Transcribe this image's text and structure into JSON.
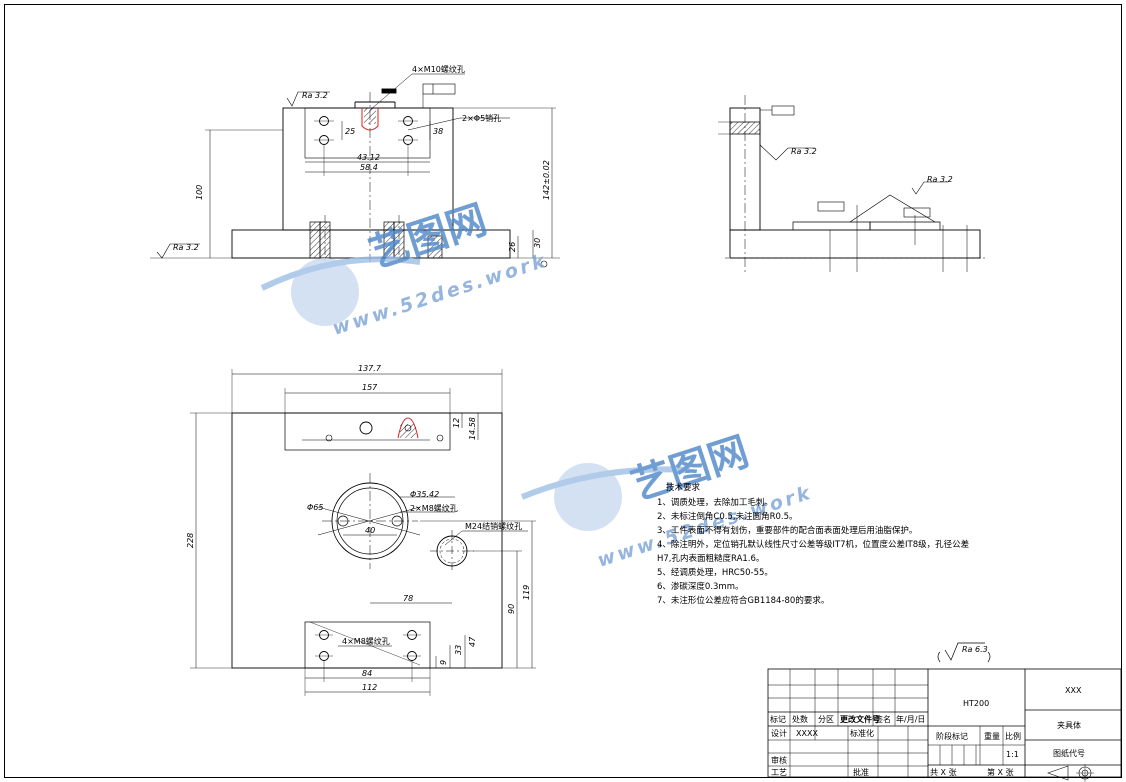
{
  "drawing": {
    "front_view": {
      "rough_top": "Ra 3.2",
      "rough_base": "Ra 3.2",
      "callout_thread": "4×M10螺纹孔",
      "callout_pin": "2×Φ5销孔",
      "dim_4312": "43.12",
      "dim_584": "58.4",
      "dim_25": "25",
      "dim_38": "38",
      "dim_100": "100",
      "dim_142": "142±0.02",
      "dim_26": "26",
      "dim_30": "30"
    },
    "side_view": {
      "rough_top": "Ra 3.2",
      "rough_mid": "Ra 3.2"
    },
    "plan_view": {
      "dim_1377": "137.7",
      "dim_157": "157",
      "dim_12": "12",
      "dim_1458": "14.58",
      "dim_228": "228",
      "dim_phi65": "Φ65",
      "dim_3542": "Φ35.42",
      "callout_m8_upper": "2×M8螺纹孔",
      "callout_m24": "M24结销螺纹孔",
      "dim_40": "40",
      "dim_78": "78",
      "dim_90": "90",
      "dim_119": "119",
      "callout_m8_lower": "4×M8螺纹孔",
      "dim_47": "47",
      "dim_33": "33",
      "dim_9": "9",
      "dim_84": "84",
      "dim_112": "112"
    },
    "general_roughness": "Ra 6.3"
  },
  "notes": {
    "title": "技术要求",
    "items": [
      "1、调质处理，去除加工毛刺。",
      "2、未标注倒角C0.5,未注圆角R0.5。",
      "3、工件表面不得有划伤，重要部件的配合面表面处理后用油脂保护。",
      "4、除注明外，定位销孔默认线性尺寸公差等级IT7机，位置度公差IT8级，孔径公差",
      "H7,孔内表面粗糙度RA1.6。",
      "5、经调质处理，HRC50-55。",
      "6、渗碳深度0.3mm。",
      "7、未注形位公差应符合GB1184-80的要求。"
    ]
  },
  "title_block": {
    "material": "HT200",
    "company": "XXX",
    "part_name": "夹具体",
    "drawing_no": "图纸代号",
    "stage_mark": "阶段标记",
    "weight": "重量",
    "scale_label": "比例",
    "scale": "1:1",
    "sheet_total": "共  X  张",
    "sheet_num": "第  X  张",
    "hdr_mark": "标记",
    "hdr_count": "处数",
    "hdr_zone": "分区",
    "hdr_change_no": "更改文件号",
    "hdr_sign": "签名",
    "hdr_date": "年/月/日",
    "design": "设计",
    "designer": "XXXX",
    "standardize": "标准化",
    "review": "审核",
    "process": "工艺",
    "approve": "批准"
  },
  "watermark": {
    "brand": "艺图网",
    "url1": "www.52des.work",
    "url2": "www.52des.work"
  }
}
